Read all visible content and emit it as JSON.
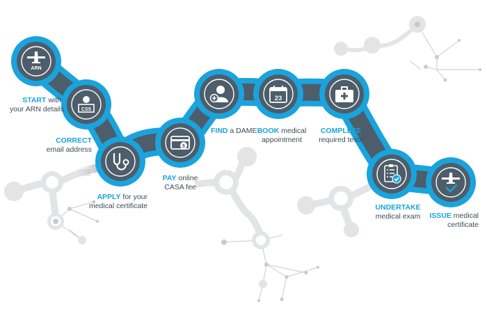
{
  "colors": {
    "ring": "#1aa3dc",
    "node": "#4d5d69",
    "connector": "#4d5d69",
    "icon": "#ffffff",
    "keyword": "#1aa3dc",
    "text": "#3d4b55",
    "network": "#e3e4e5",
    "network_line": "#c8cacc"
  },
  "steps": [
    {
      "icon": "airplane-arn-icon",
      "icon_text": "ARN",
      "keyword": "START",
      "line1": " with",
      "line2": "your ARN details"
    },
    {
      "icon": "certificate-css-icon",
      "icon_text": "CSS",
      "keyword": "CORRECT",
      "line1": "",
      "line2": "email address"
    },
    {
      "icon": "stethoscope-icon",
      "icon_text": "",
      "keyword": "APPLY",
      "line1": " for your",
      "line2": "medical certificate"
    },
    {
      "icon": "payment-card-icon",
      "icon_text": "",
      "keyword": "PAY",
      "line1": " online",
      "line2": "CASA fee"
    },
    {
      "icon": "doctor-add-icon",
      "icon_text": "",
      "keyword": "FIND",
      "line1": " a DAME",
      "line2": ""
    },
    {
      "icon": "calendar-icon",
      "icon_text": "23",
      "keyword": "BOOK",
      "line1": " medical",
      "line2": "appointment"
    },
    {
      "icon": "medical-kit-icon",
      "icon_text": "",
      "keyword": "COMPLETE",
      "line1": "",
      "line2": "required tests"
    },
    {
      "icon": "checklist-clipboard-icon",
      "icon_text": "",
      "keyword": "UNDERTAKE",
      "line1": "",
      "line2": "medical exam"
    },
    {
      "icon": "airplane-check-icon",
      "icon_text": "",
      "keyword": "ISSUE",
      "line1": " medical",
      "line2": "certificate"
    }
  ]
}
